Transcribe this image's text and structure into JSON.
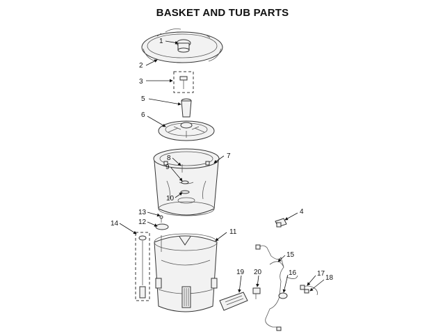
{
  "title": "BASKET AND TUB PARTS",
  "callouts": [
    "1",
    "2",
    "3",
    "4",
    "5",
    "6",
    "7",
    "8",
    "9",
    "10",
    "11",
    "12",
    "13",
    "14",
    "15",
    "16",
    "17",
    "18",
    "19",
    "20"
  ]
}
